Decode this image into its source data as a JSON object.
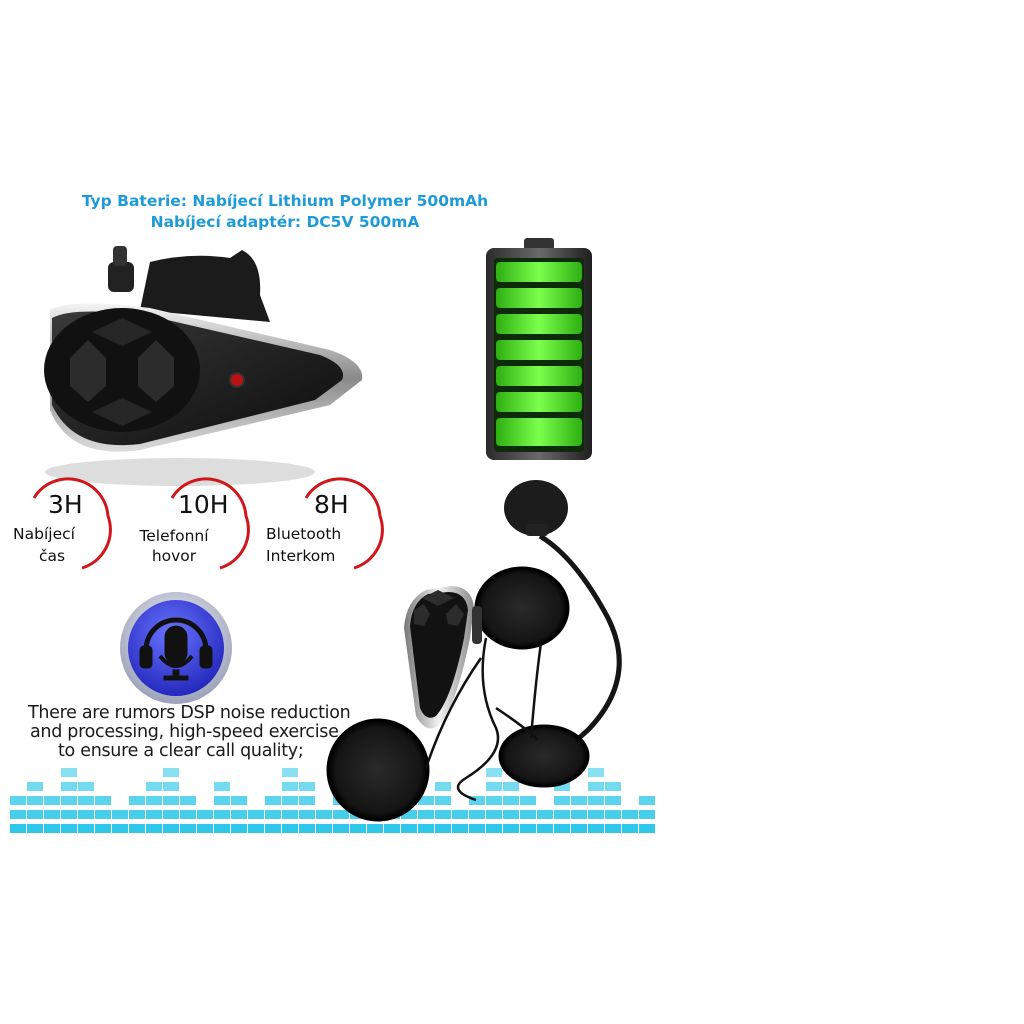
{
  "header": {
    "battery_type": "Typ Baterie: Nabíjecí Lithium Polymer 500mAh",
    "adapter": "Nabíjecí adaptér: DC5V 500mA"
  },
  "stats": [
    {
      "value": "3H",
      "line1": "Nabíjecí",
      "line2": "čas"
    },
    {
      "value": "10H",
      "line1": "Telefonní",
      "line2": "hovor"
    },
    {
      "value": "8H",
      "line1": "Bluetooth",
      "line2": "Interkom"
    }
  ],
  "dsp": {
    "line1": "There are rumors DSP noise reduction",
    "line2": "and processing, high-speed exercise",
    "line3": "to ensure a clear call quality;"
  },
  "colors": {
    "header_text": "#1e9bd7",
    "stat_arc": "#d0161b",
    "battery_green": "#49e01c",
    "equalizer": "#30c8e8"
  },
  "icons": {
    "device": "bluetooth-intercom-device",
    "battery": "battery-full-icon",
    "noise": "microphone-headset-icon"
  }
}
